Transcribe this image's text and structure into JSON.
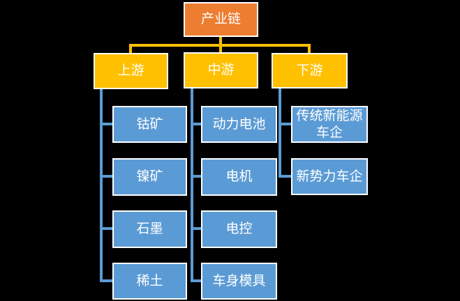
{
  "colors": {
    "background": "#000000",
    "root_fill": "#ED7D31",
    "branch_fill": "#FFC000",
    "leaf_fill": "#5B9BD5",
    "gold_connector": "#FFC000",
    "blue_connector": "#5B9BD5",
    "node_border": "#FFFFFF",
    "text": "#FFFFFF"
  },
  "root": {
    "label": "产业链"
  },
  "branches": [
    {
      "label": "上游",
      "children": [
        "钴矿",
        "镍矿",
        "石墨",
        "稀土"
      ]
    },
    {
      "label": "中游",
      "children": [
        "动力电池",
        "电机",
        "电控",
        "车身模具"
      ]
    },
    {
      "label": "下游",
      "children": [
        "传统新能源车企",
        "新势力车企"
      ]
    }
  ]
}
